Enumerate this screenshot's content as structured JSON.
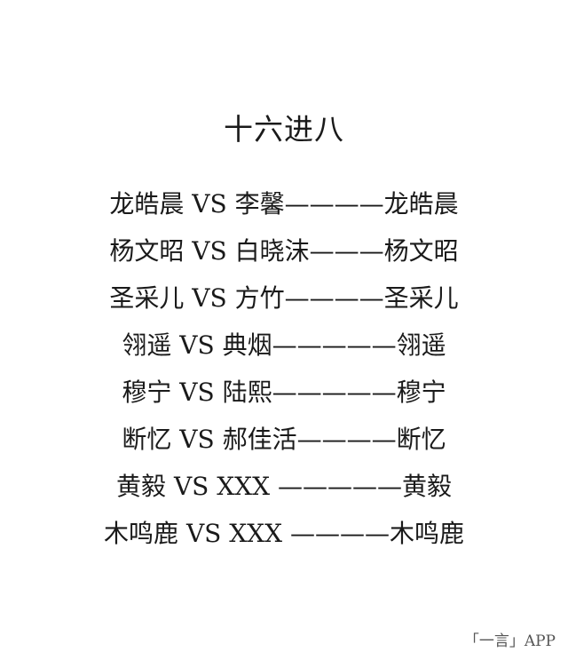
{
  "title": "十六进八",
  "matches": [
    {
      "text": "龙皓晨 VS 李馨————龙皓晨"
    },
    {
      "text": "杨文昭 VS 白晓沫———杨文昭"
    },
    {
      "text": "圣采儿 VS 方竹————圣采儿"
    },
    {
      "text": "翎遥 VS 典烟—————翎遥"
    },
    {
      "text": "穆宁 VS 陆熙—————穆宁"
    },
    {
      "text": "断忆 VS 郝佳活————断忆"
    },
    {
      "text": "黄毅 VS XXX —————黄毅"
    },
    {
      "text": "木鸣鹿 VS XXX ————木鸣鹿"
    }
  ],
  "footer": {
    "watermark": "「一言」APP"
  }
}
